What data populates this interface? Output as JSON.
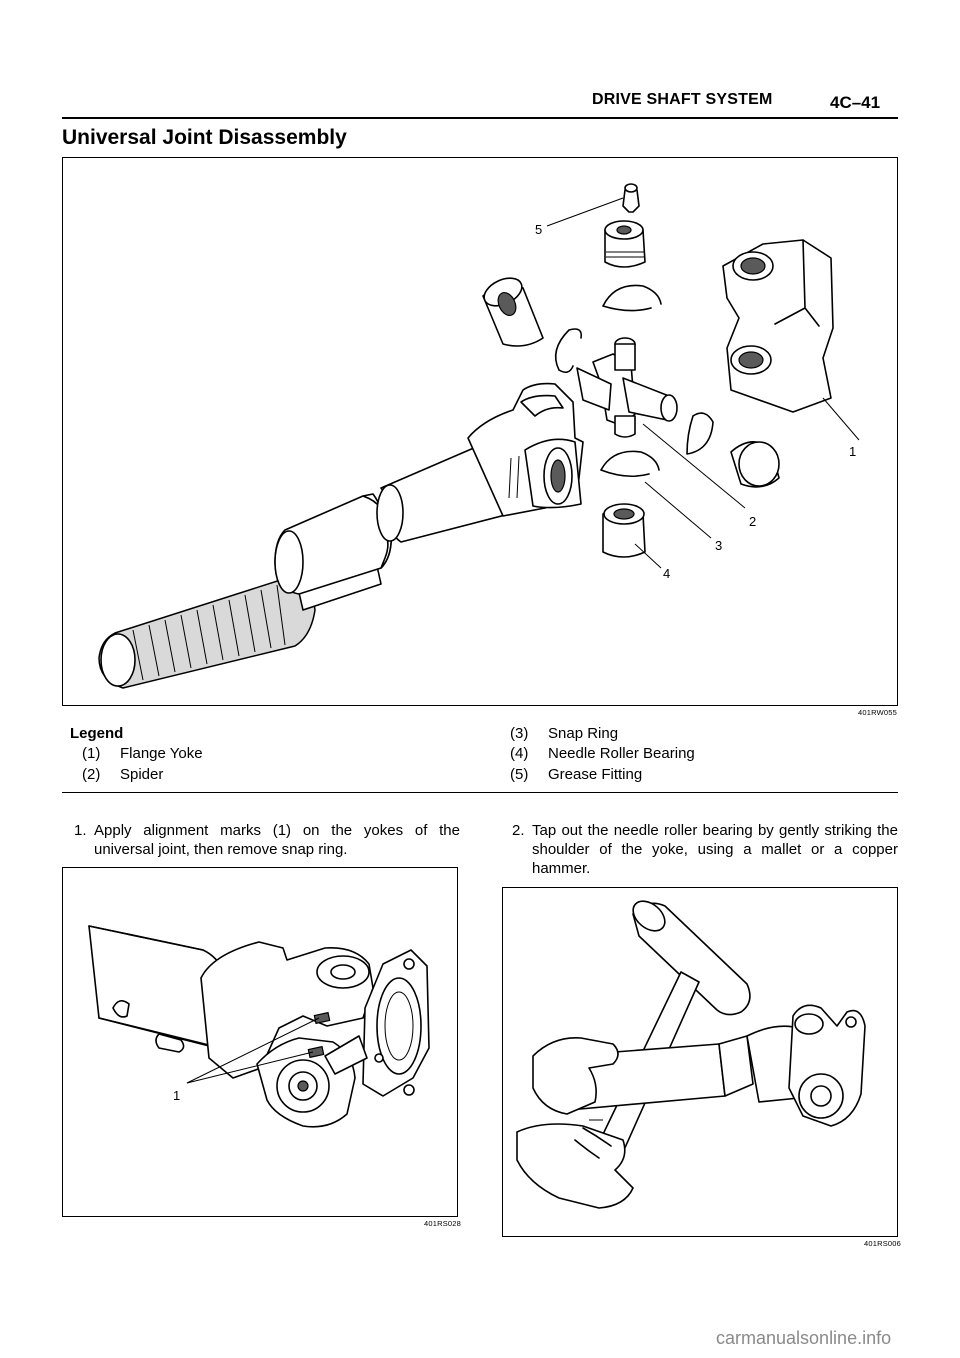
{
  "header": {
    "section": "DRIVE SHAFT SYSTEM",
    "page_number": "4C–41"
  },
  "title": "Universal Joint Disassembly",
  "figure_main": {
    "code": "401RW055",
    "callouts": [
      "1",
      "2",
      "3",
      "4",
      "5"
    ]
  },
  "legend": {
    "heading": "Legend",
    "items": [
      {
        "num": "(1)",
        "label": "Flange Yoke"
      },
      {
        "num": "(2)",
        "label": "Spider"
      },
      {
        "num": "(3)",
        "label": "Snap Ring"
      },
      {
        "num": "(4)",
        "label": "Needle Roller Bearing"
      },
      {
        "num": "(5)",
        "label": "Grease Fitting"
      }
    ]
  },
  "steps": [
    {
      "num": "1.",
      "text": "Apply alignment marks (1) on the yokes of the universal joint, then remove snap ring."
    },
    {
      "num": "2.",
      "text": "Tap out the needle roller bearing by gently striking the shoulder of the yoke, using a mallet or a copper hammer."
    }
  ],
  "figure_left": {
    "code": "401RS028",
    "callout": "1"
  },
  "figure_right": {
    "code": "401RS006"
  },
  "watermark": "carmanualsonline.info"
}
